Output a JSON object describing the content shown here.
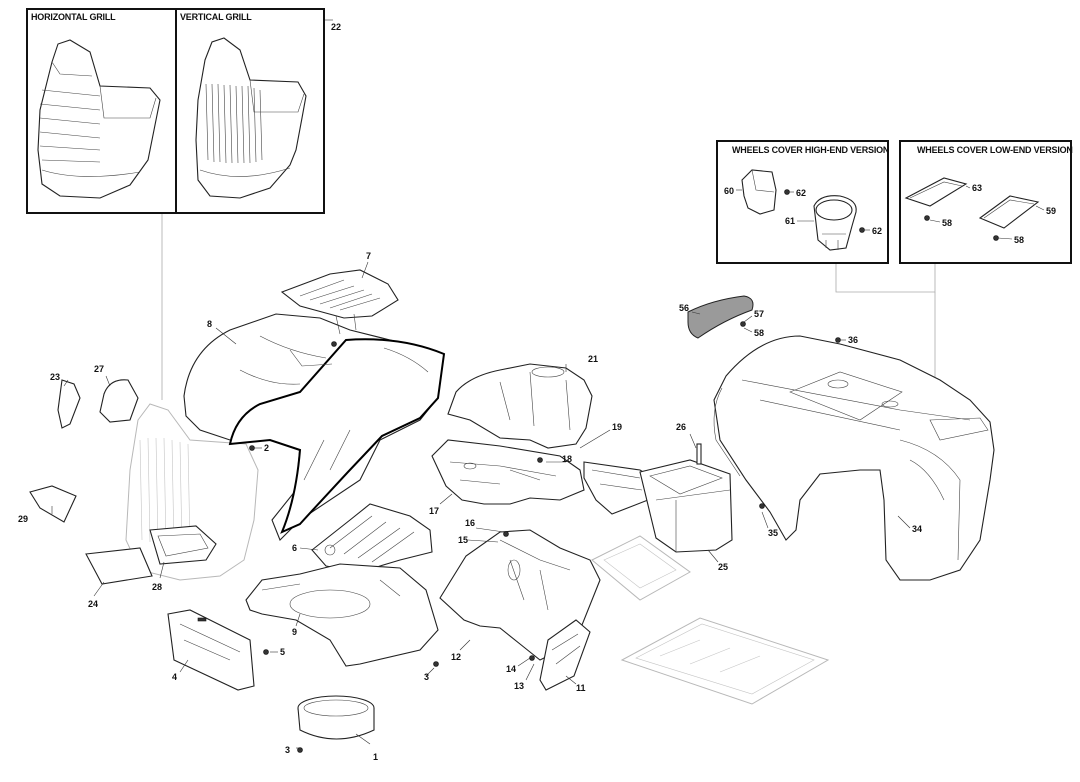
{
  "insets": {
    "horizontal_grill": "HORIZONTAL GRILL",
    "vertical_grill": "VERTICAL GRILL",
    "wheels_high": "WHEELS COVER HIGH-END VERSION",
    "wheels_low": "WHEELS COVER LOW-END VERSION"
  },
  "callouts": {
    "c1": "1",
    "c2": "2",
    "c3a": "3",
    "c3b": "3",
    "c4": "4",
    "c5": "5",
    "c6": "6",
    "c7": "7",
    "c8": "8",
    "c9": "9",
    "c11": "11",
    "c12": "12",
    "c13": "13",
    "c14": "14",
    "c15": "15",
    "c16": "16",
    "c17": "17",
    "c18": "18",
    "c19": "19",
    "c21": "21",
    "c22": "22",
    "c23": "23",
    "c24": "24",
    "c25": "25",
    "c26": "26",
    "c27": "27",
    "c28": "28",
    "c29": "29",
    "c34": "34",
    "c35": "35",
    "c36": "36",
    "c56": "56",
    "c57": "57",
    "c58a": "58",
    "c58b": "58",
    "c58c": "58",
    "c59": "59",
    "c60": "60",
    "c61": "61",
    "c62a": "62",
    "c62b": "62",
    "c63": "63"
  }
}
